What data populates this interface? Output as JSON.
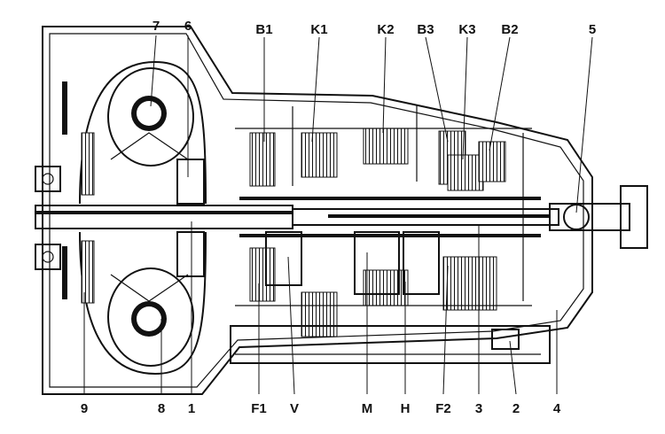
{
  "figure": {
    "labels_top": [
      "7",
      "6",
      "B1",
      "K1",
      "K2",
      "B3",
      "K3",
      "B2",
      "5"
    ],
    "labels_bottom": [
      "9",
      "8",
      "1",
      "F1",
      "V",
      "M",
      "H",
      "F2",
      "3",
      "2",
      "4"
    ]
  }
}
